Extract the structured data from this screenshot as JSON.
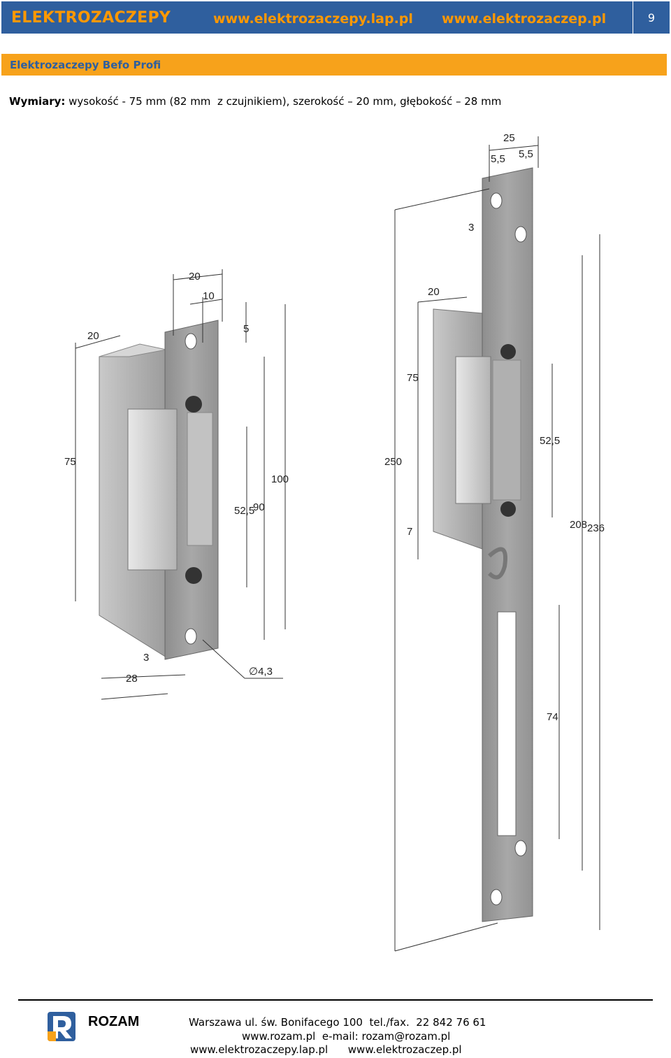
{
  "header": {
    "brand": "ELEKTROZACZEPY",
    "link1": "www.elektrozaczepy.lap.pl",
    "link2": "www.elektrozaczep.pl",
    "page_number": "9",
    "bg_color": "#2f5f9e",
    "accent_color": "#ff9800"
  },
  "section": {
    "title": "Elektrozaczepy Befo Profi",
    "bg_color": "#f7a21b"
  },
  "dimensions": {
    "label": "Wymiary:",
    "text": " wysokość - 75 mm (82 mm  z czujnikiem), szerokość – 20 mm, głębokość – 28 mm"
  },
  "drawing": {
    "left_view": {
      "dim_20_top": "20",
      "dim_10": "10",
      "dim_5": "5",
      "dim_20_side": "20",
      "dim_75": "75",
      "dim_52_5": "52,5",
      "dim_90": "90",
      "dim_100": "100",
      "dim_3": "3",
      "dim_28": "28",
      "dim_hole": "∅4,3"
    },
    "right_view": {
      "dim_25": "25",
      "dim_5_5_left": "5,5",
      "dim_5_5_right": "5,5",
      "dim_3": "3",
      "dim_20": "20",
      "dim_75": "75",
      "dim_250": "250",
      "dim_52_5": "52,5",
      "dim_7": "7",
      "dim_208": "208",
      "dim_236": "236",
      "dim_74": "74"
    }
  },
  "footer": {
    "company": "ROZAM",
    "address_line": "Warszawa ul. św. Bonifacego 100  tel./fax.  22 842 76 61",
    "contact_line": "www.rozam.pl  e-mail: rozam@rozam.pl",
    "web_line": "www.elektrozaczepy.lap.pl      www.elektrozaczep.pl"
  }
}
